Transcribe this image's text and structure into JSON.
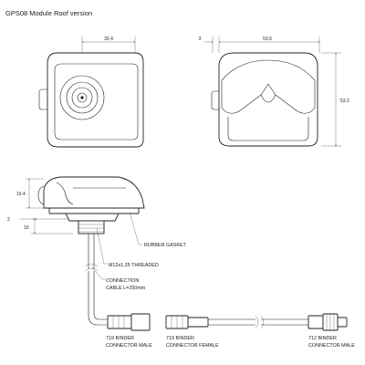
{
  "title": "GPS08 Module Roof version",
  "dimensions": {
    "front_width": "32.4",
    "side_offset": "3",
    "side_width": "53.6",
    "side_height": "53.2",
    "profile_height": "19.4",
    "profile_offset": "2",
    "thread_length": "10"
  },
  "labels": {
    "gasket": "RUBBER GASKET",
    "thread": "M12x1.25 THREADED",
    "cable_line1": "CONNECTION",
    "cable_line2": "CABLE L=250mm",
    "male1_line1": "719 BINDER",
    "male1_line2": "CONNECTOR MALE",
    "female_line1": "719 BINDER",
    "female_line2": "CONNECTOR FEMALE",
    "male2_line1": "712 BINDER",
    "male2_line2": "CONNECTOR MALE"
  }
}
